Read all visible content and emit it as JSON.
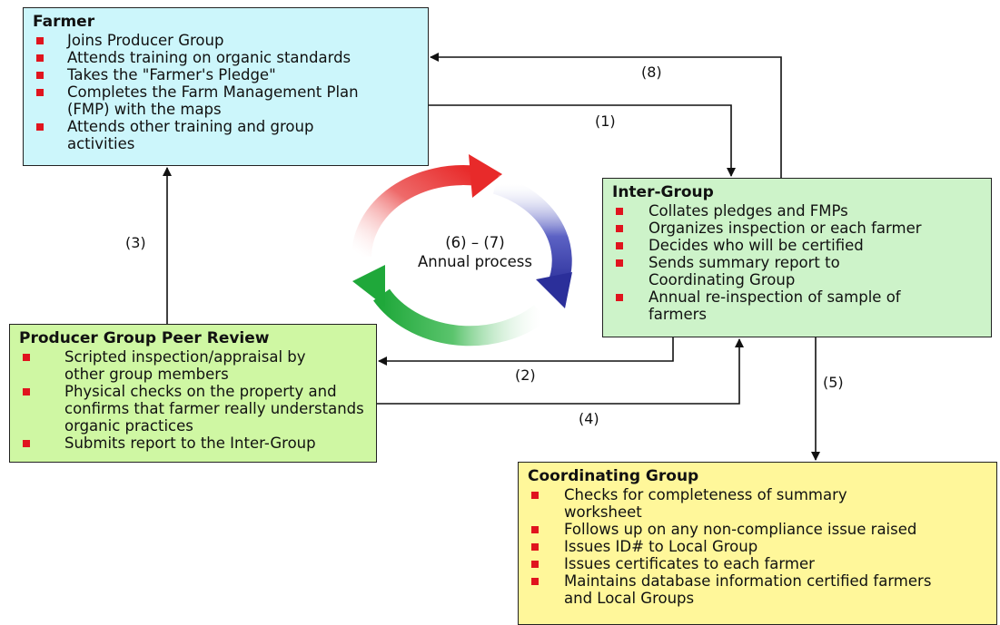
{
  "farmer": {
    "title": "Farmer",
    "items": [
      "Joins Producer Group",
      "Attends training on organic standards",
      "Takes the \"Farmer's Pledge\"",
      "Completes the Farm Management Plan (FMP) with the maps",
      "Attends other training and group activities"
    ]
  },
  "intergroup": {
    "title": "Inter-Group",
    "items": [
      "Collates pledges and FMPs",
      "Organizes inspection or each farmer",
      "Decides who will be certified",
      "Sends summary report to Coordinating Group",
      "Annual re-inspection of sample of farmers"
    ]
  },
  "peer_review": {
    "title": "Producer Group Peer Review",
    "items": [
      "Scripted inspection/appraisal by other group members",
      "Physical checks on the property and confirms that farmer really understands organic practices",
      "Submits report to the Inter-Group"
    ]
  },
  "coordinating": {
    "title": "Coordinating Group",
    "items": [
      "Checks for completeness of summary worksheet",
      "Follows up on any non-compliance issue raised",
      "Issues ID# to Local Group",
      "Issues certificates to each farmer",
      "Maintains database information certified farmers and Local Groups"
    ]
  },
  "cycle": {
    "line1": "(6) – (7)",
    "line2": "Annual process",
    "colors": [
      "#e82a2a",
      "#2b2f9a",
      "#1fa83a"
    ]
  },
  "edges": {
    "e1": "(1)",
    "e2": "(2)",
    "e3": "(3)",
    "e4": "(4)",
    "e5": "(5)",
    "e8": "(8)"
  },
  "colors": {
    "farmer_bg": "#ccf6fb",
    "intergroup_bg": "#cdf3c9",
    "peer_bg": "#cff7a3",
    "coord_bg": "#fff79a",
    "bullet": "#e0141e"
  }
}
